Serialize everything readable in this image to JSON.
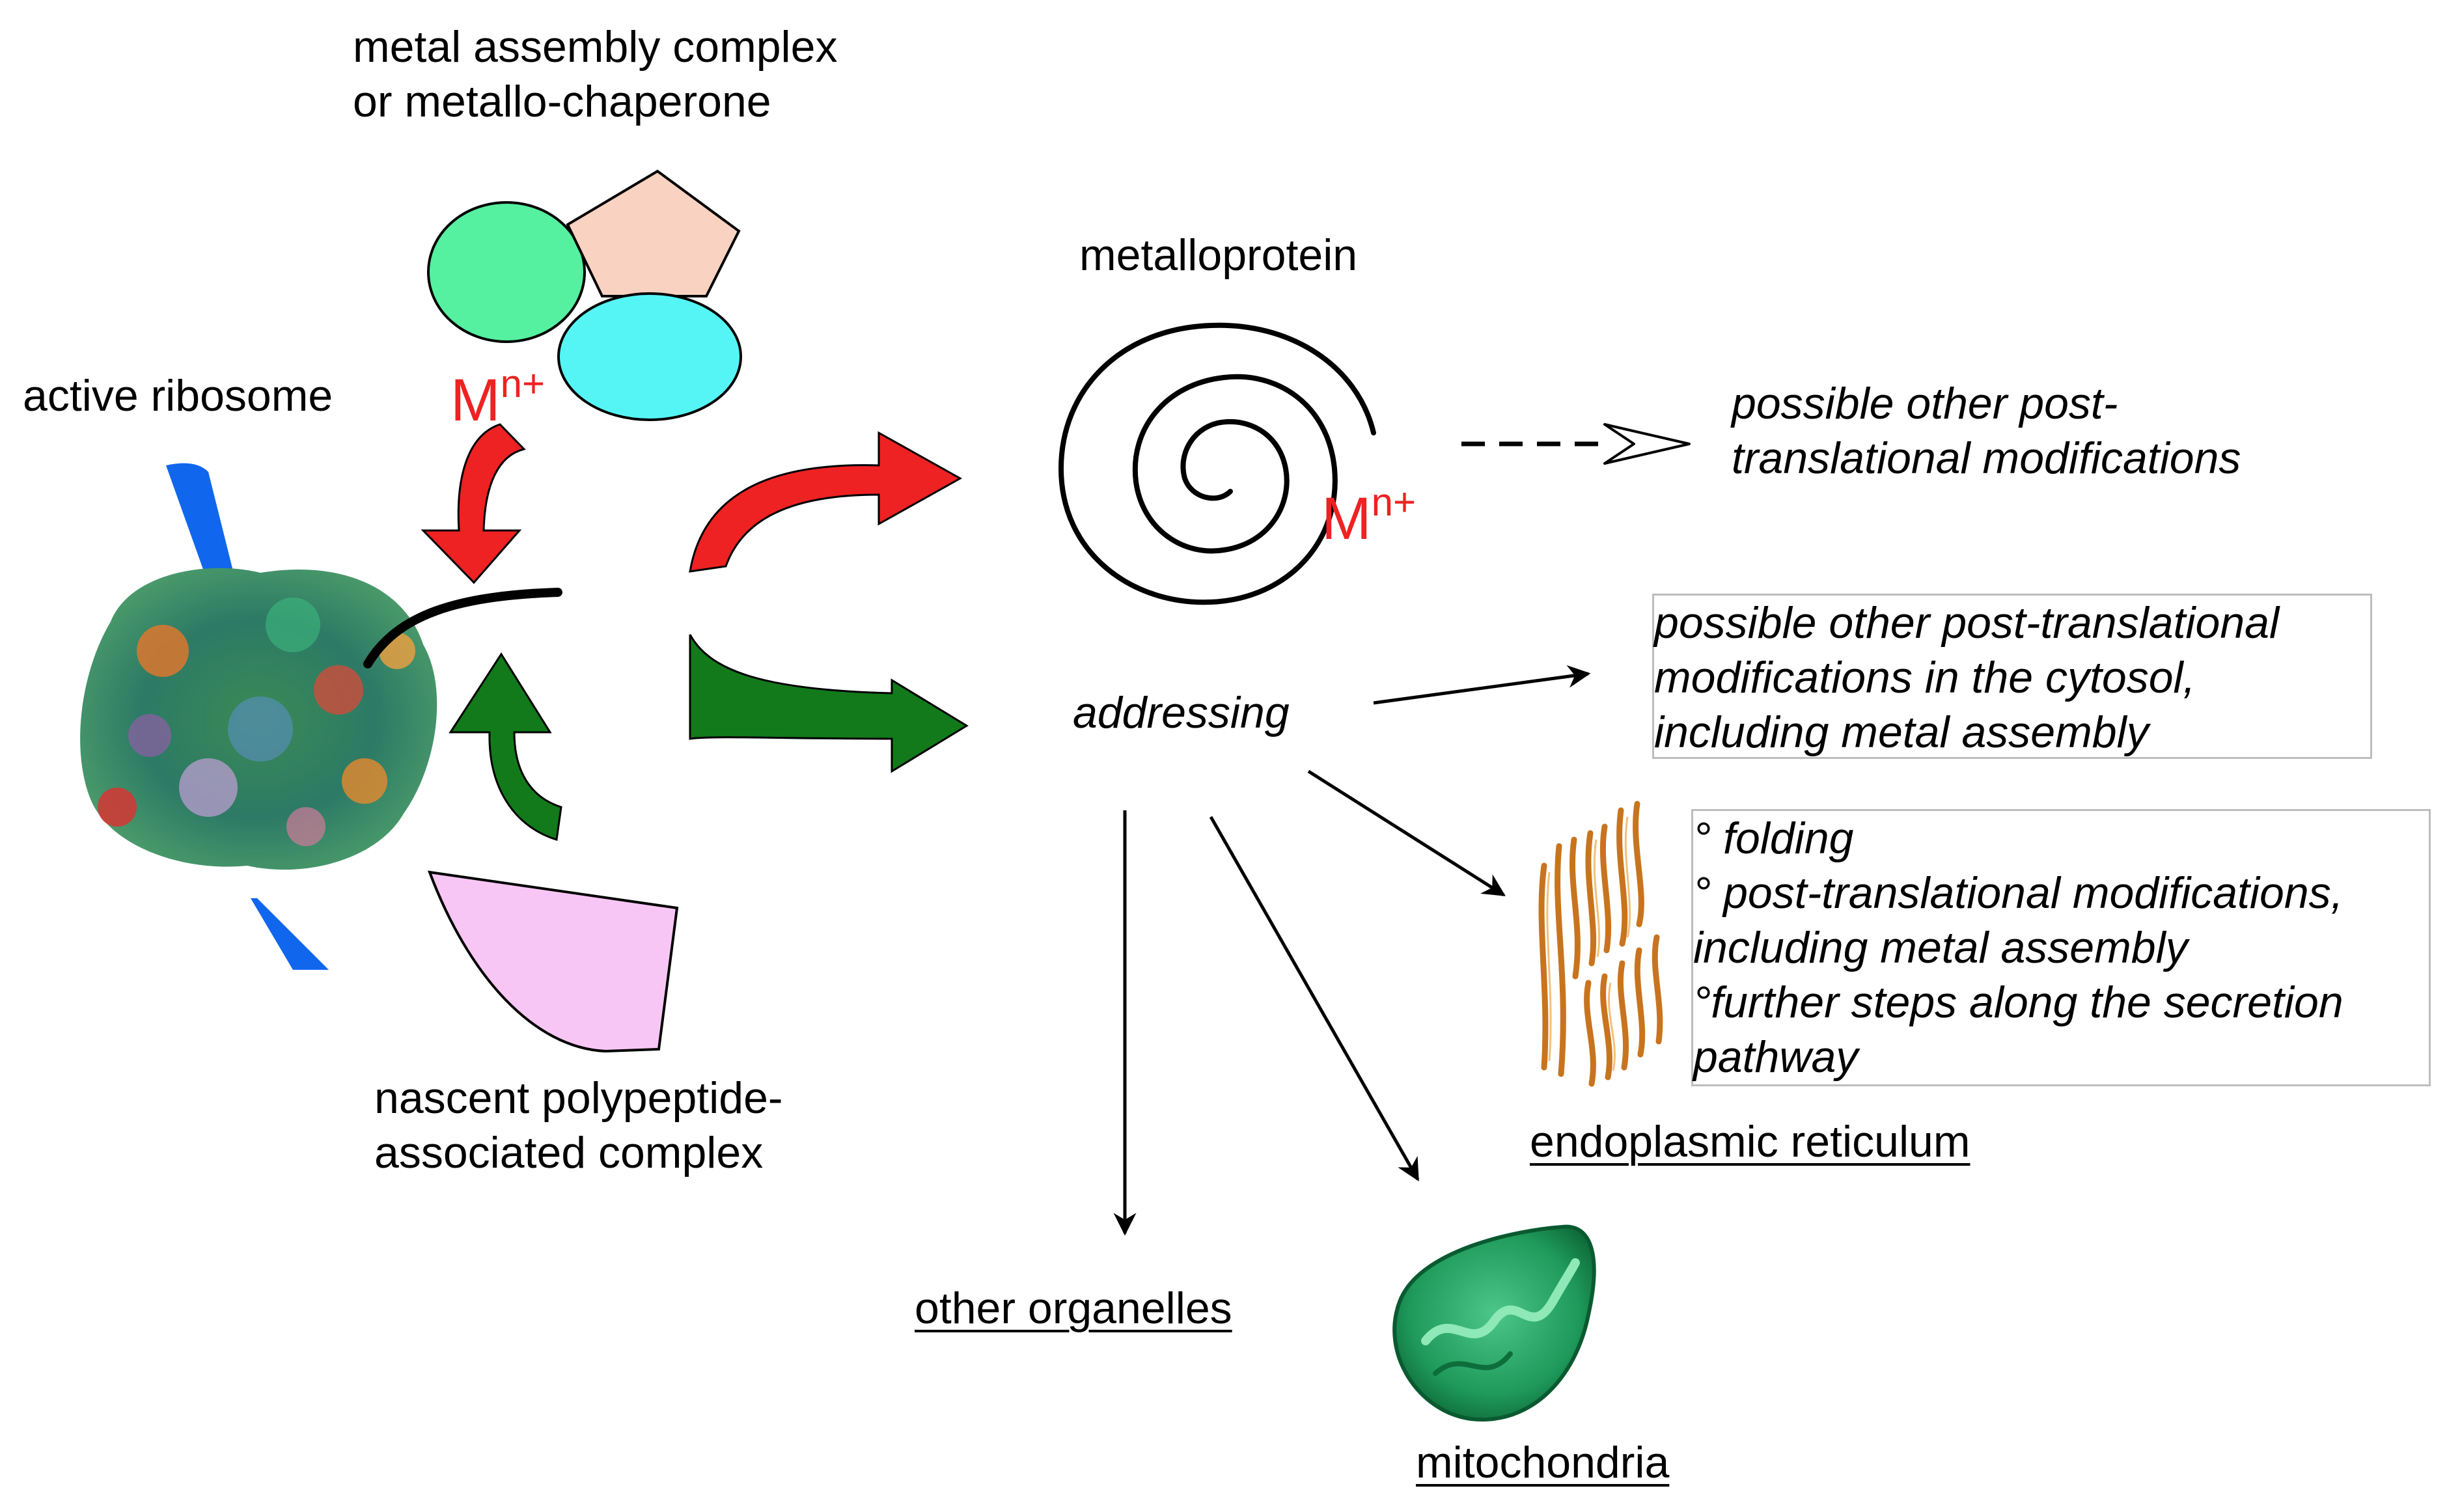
{
  "labels": {
    "metal_assembly": [
      "metal assembly complex",
      "or metallo-chaperone"
    ],
    "active_ribosome": "active ribosome",
    "metalloprotein": "metalloprotein",
    "metal_ion_base": "M",
    "metal_ion_charge": "n+",
    "addressing": "addressing",
    "nascent": [
      "nascent polypeptide-",
      "associated complex"
    ],
    "ptm_top": [
      "possible other post-",
      "translational modifications"
    ],
    "ptm_cytosol": [
      "possible other post-translational",
      "modifications in the cytosol,",
      "including metal assembly"
    ],
    "er_steps": [
      "° folding",
      "° post-translational modifications,",
      "including metal assembly",
      "°further steps along the secretion",
      "pathway"
    ],
    "er": "endoplasmic reticulum",
    "other_organelles": "other organelles",
    "mitochondria": "mitochondria"
  },
  "colors": {
    "red_arrow": "#ee2222",
    "green_arrow": "#127a1a",
    "mint_oval": "#55f0a0",
    "cyan_oval": "#55f5f5",
    "pentagon": "#f9d2c1",
    "pink_shape": "#f8c6f4",
    "blue_band": "#1166ee",
    "mitochondria": "#1f9a5a",
    "er": "#c8741e"
  }
}
